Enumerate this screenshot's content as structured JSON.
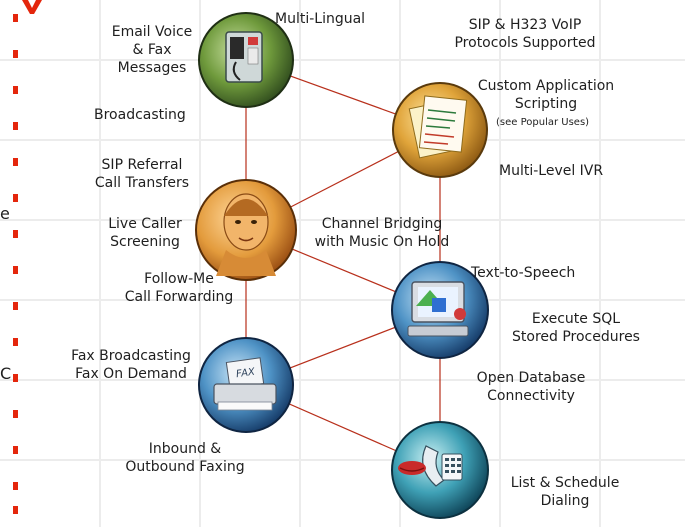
{
  "accent_color": "#e4260c",
  "line_color": "#b8301c",
  "edge_chars": [
    "e",
    "C"
  ],
  "nodes": [
    {
      "name": "phone-booth",
      "icon": "phone-booth-icon"
    },
    {
      "name": "documents",
      "icon": "documents-icon"
    },
    {
      "name": "person",
      "icon": "face-icon"
    },
    {
      "name": "computer",
      "icon": "computer-icon"
    },
    {
      "name": "fax",
      "icon": "fax-icon"
    },
    {
      "name": "dialing",
      "icon": "phone-handset-icon"
    }
  ],
  "labels": {
    "multi_lingual": "Multi-Lingual",
    "email_voice_fax": "Email Voice\n& Fax\nMessages",
    "broadcasting": "Broadcasting",
    "sip_h323": "SIP & H323 VoIP\nProtocols Supported",
    "custom_app": "Custom Application\nScripting",
    "popular_uses": "(see Popular Uses)",
    "multi_level_ivr": "Multi-Level IVR",
    "sip_referral": "SIP Referral\nCall Transfers",
    "live_caller": "Live Caller\nScreening",
    "channel_bridging": "Channel Bridging\nwith Music On Hold",
    "follow_me": "Follow-Me\nCall Forwarding",
    "text_to_speech": "Text-to-Speech",
    "execute_sql": "Execute SQL\nStored Procedures",
    "fax_broadcasting": "Fax Broadcasting\nFax On Demand",
    "odbc": "Open Database\nConnectivity",
    "inbound_outbound": "Inbound &\nOutbound Faxing",
    "list_schedule": "List & Schedule\nDialing",
    "fax_sheet_text": "FAX"
  }
}
